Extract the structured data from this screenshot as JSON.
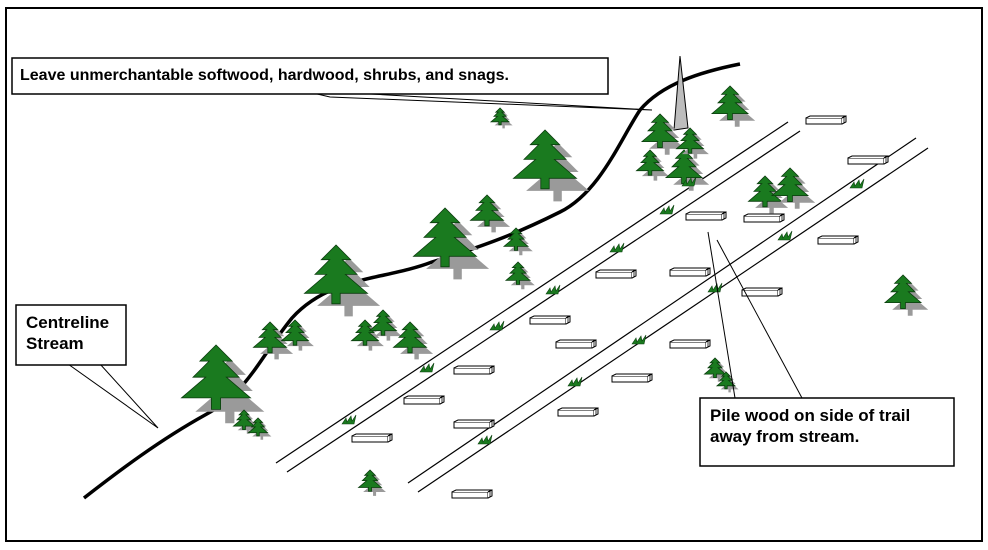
{
  "callouts": {
    "leave": "Leave unmerchantable softwood, hardwood, shrubs, and snags.",
    "centreline": "Centreline\nStream",
    "pile": "Pile wood on side of trail\naway from stream."
  },
  "colors": {
    "tree_green": "#1a7a1f",
    "tree_shadow": "#9a9a9a",
    "stroke": "#000000",
    "background": "#ffffff"
  },
  "icons": [
    "conifer-tree-icon",
    "log-pile-icon",
    "slash-debris-icon",
    "snag-icon"
  ]
}
